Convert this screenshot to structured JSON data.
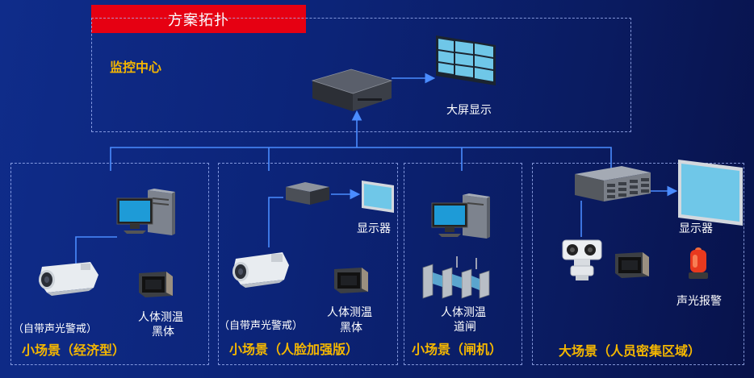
{
  "banner": {
    "title": "方案拓扑"
  },
  "center": {
    "title": "监控中心",
    "screen_wall_label": "大屏显示"
  },
  "zones": {
    "economy": {
      "title": "小场景（经济型）",
      "camera_label": "（自带声光警戒）",
      "blackbody_label_1": "人体测温",
      "blackbody_label_2": "黑体"
    },
    "face": {
      "title": "小场景（人脸加强版）",
      "display_label": "显示器",
      "camera_label": "（自带声光警戒）",
      "blackbody_label_1": "人体测温",
      "blackbody_label_2": "黑体"
    },
    "gate": {
      "title": "小场景（闸机）",
      "gate_label_1": "人体测温",
      "gate_label_2": "道闸"
    },
    "large": {
      "title": "大场景（人员密集区域）",
      "display_label": "显示器",
      "alarm_label": "声光报警"
    }
  },
  "colors": {
    "banner_red": "#e60012",
    "title_gold": "#f5b700",
    "line_blue": "#4a8cff"
  }
}
